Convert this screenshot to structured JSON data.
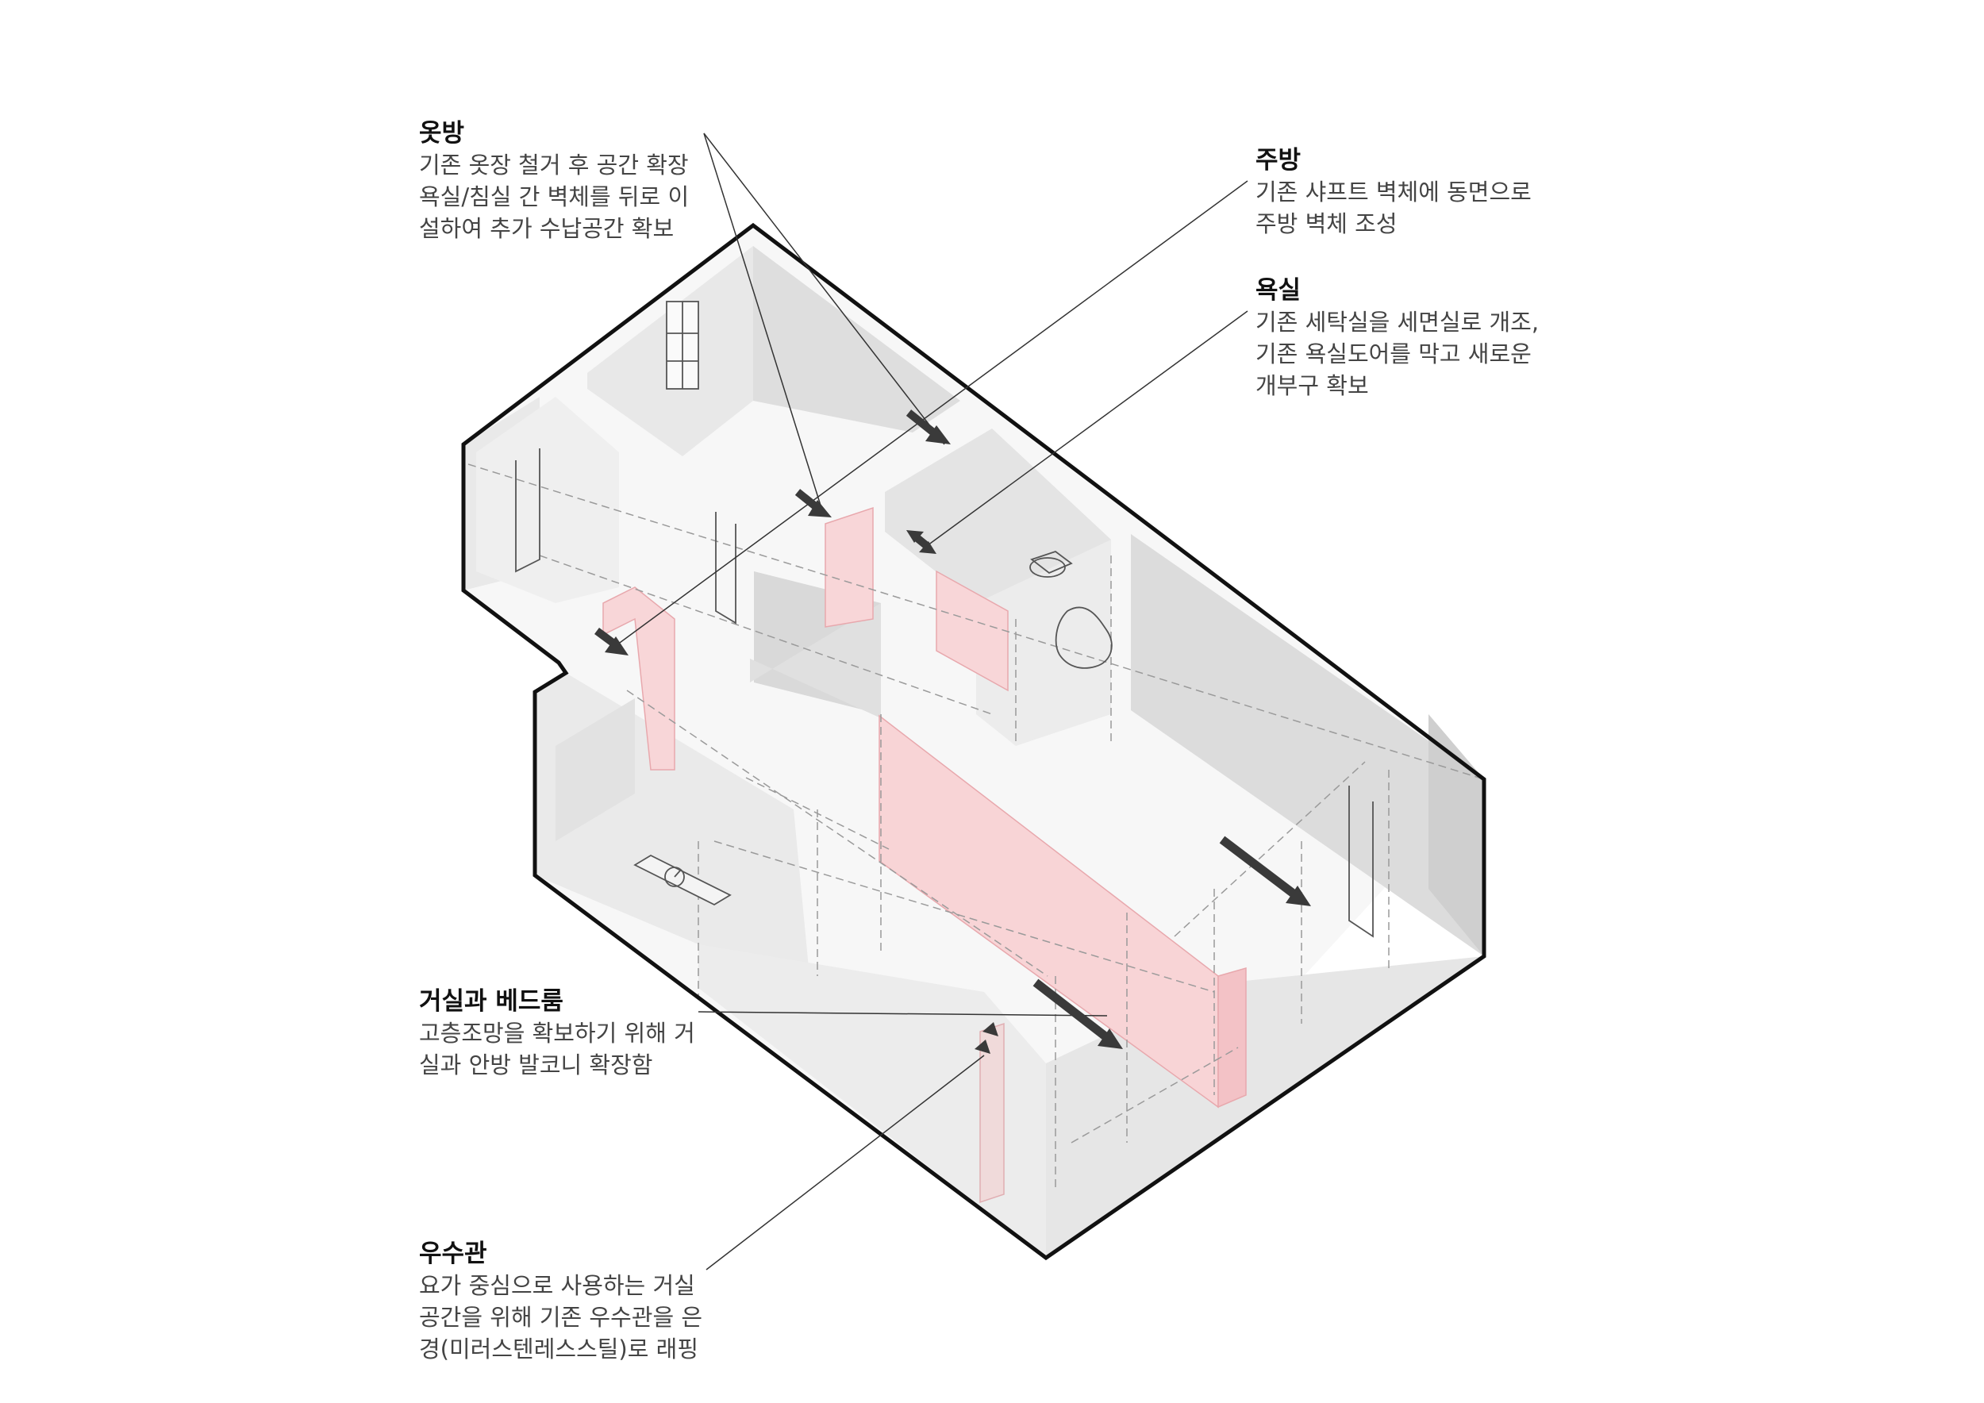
{
  "annotations": {
    "closet": {
      "title": "옷방",
      "lines": [
        "기존 옷장 철거 후 공간 확장",
        "욕실/침실 간 벽체를 뒤로 이",
        "설하여 추가 수납공간 확보"
      ]
    },
    "kitchen": {
      "title": "주방",
      "lines": [
        "기존 샤프트 벽체에 동면으로",
        "주방 벽체 조성"
      ]
    },
    "bathroom": {
      "title": "욕실",
      "lines": [
        "기존 세탁실을 세면실로 개조,",
        "기존 욕실도어를 막고 새로운",
        "개부구 확보"
      ]
    },
    "living": {
      "title": "거실과 베드룸",
      "lines": [
        "고층조망을 확보하기 위해 거",
        "실과 안방 발코니 확장함"
      ]
    },
    "gutter": {
      "title": "우수관",
      "lines": [
        "요가 중심으로 사용하는 거실",
        "공간을 위해 기존 우수관을 은",
        "경(미러스텐레스스틸)로 래핑"
      ]
    }
  },
  "colors": {
    "outline": "#111111",
    "wall_gray": "#e6e6e6",
    "wall_dark": "#d2d2d2",
    "highlight_pink": "#f8d4d6",
    "arrow": "#3a3a3a",
    "leader": "#333333"
  }
}
